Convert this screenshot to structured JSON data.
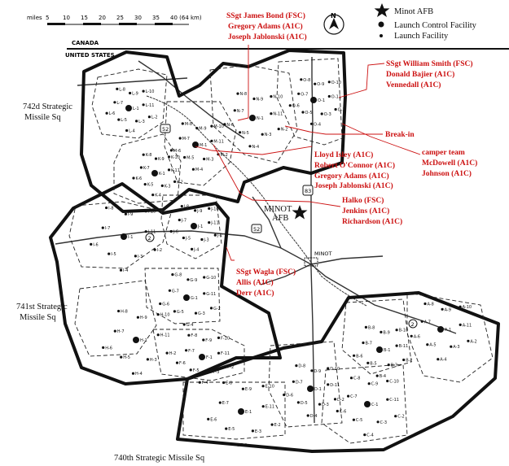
{
  "scale": {
    "unit_label": "miles",
    "ticks": [
      "5",
      "10",
      "15",
      "20",
      "25",
      "30",
      "35",
      "40 (64 km)"
    ]
  },
  "north": {
    "letter": "N"
  },
  "legend": {
    "items": [
      {
        "icon": "star-icon",
        "label": "Minot AFB"
      },
      {
        "icon": "filled-dot-icon",
        "label": "Launch Control Facility"
      },
      {
        "icon": "small-dot-icon",
        "label": "Launch Facility"
      }
    ]
  },
  "border": {
    "canada": "CANADA",
    "us": "UNITED STATES"
  },
  "squadrons": {
    "sq742": {
      "line1": "742d Strategic",
      "line2": "Missile Sq"
    },
    "sq741": {
      "line1": "741st Strategic",
      "line2": "Missile Sq"
    },
    "sq740": "740th Strategic Missile Sq"
  },
  "places": {
    "minot_afb_1": "MINOT",
    "minot_afb_2": "AFB",
    "minot_city": "MINOT"
  },
  "highways": {
    "h52a": "52",
    "h52b": "52",
    "h83": "83",
    "h2a": "2",
    "h2b": "2"
  },
  "annotations": {
    "bond": [
      "SSgt James Bond (FSC)",
      "Gregory Adams (A1C)",
      "Joseph Jablonski (A1C)"
    ],
    "smith": [
      "SSgt William Smith (FSC)",
      "Donald Bajier (A1C)",
      "Vennedall (A1C)"
    ],
    "breakin": "Break-in",
    "camper": [
      "camper team",
      "McDowell (A1C)",
      "Johnson (A1C)"
    ],
    "isley": [
      "Lloyd Isley (A1C)",
      "Robert O'Connor (A1C)",
      "Gregory Adams (A1C)",
      "Joseph Jablonski (A1C)"
    ],
    "halko": [
      "Halko (FSC)",
      "Jenkins (A1C)",
      "Richardson (A1C)"
    ],
    "wagla": [
      "SSgt Wagla (FSC)",
      "Allis (A1C)",
      "Derr (A1C)"
    ]
  },
  "launch_control": [
    "L-1",
    "K-1",
    "M-1",
    "N-1",
    "O-1",
    "J-1",
    "I-1",
    "G-1",
    "H-1",
    "F-1",
    "E-1",
    "D-1",
    "C-1",
    "B-1",
    "A-1"
  ],
  "launch_sites": [
    "L-2",
    "L-3",
    "L-4",
    "L-5",
    "L-6",
    "L-7",
    "L-8",
    "L-9",
    "L-10",
    "L-11",
    "K-2",
    "K-3",
    "K-4",
    "K-5",
    "K-6",
    "K-7",
    "K-8",
    "K-9",
    "K-10",
    "K-11",
    "M-2",
    "M-3",
    "M-4",
    "M-5",
    "M-6",
    "M-7",
    "M-8",
    "M-9",
    "M-10",
    "M-11",
    "N-2",
    "N-3",
    "N-4",
    "N-5",
    "N-6",
    "N-7",
    "N-8",
    "N-9",
    "N-10",
    "N-11",
    "O-2",
    "O-3",
    "O-4",
    "O-5",
    "O-6",
    "O-7",
    "O-8",
    "O-9",
    "O-10",
    "O-11",
    "J-2",
    "J-3",
    "J-4",
    "J-5",
    "J-6",
    "J-7",
    "J-8",
    "J-9",
    "J-10",
    "J-11",
    "I-2",
    "I-3",
    "I-4",
    "I-5",
    "I-6",
    "I-7",
    "I-8",
    "I-9",
    "I-10",
    "I-11",
    "G-2",
    "G-3",
    "G-4",
    "G-5",
    "G-6",
    "G-7",
    "G-8",
    "G-9",
    "G-10",
    "G-11",
    "H-2",
    "H-3",
    "H-4",
    "H-5",
    "H-6",
    "H-7",
    "H-8",
    "H-9",
    "H-10",
    "H-11",
    "F-2",
    "F-3",
    "F-4",
    "F-5",
    "F-6",
    "F-7",
    "F-8",
    "F-9",
    "F-10",
    "F-11",
    "E-2",
    "E-3",
    "E-4",
    "E-5",
    "E-6",
    "E-7",
    "E-8",
    "E-9",
    "E-10",
    "E-11",
    "D-2",
    "D-3",
    "D-4",
    "D-5",
    "D-6",
    "D-7",
    "D-8",
    "D-9",
    "D-10",
    "D-11",
    "C-2",
    "C-3",
    "C-4",
    "C-5",
    "C-6",
    "C-7",
    "C-8",
    "C-9",
    "C-10",
    "C-11",
    "B-2",
    "B-3",
    "B-4",
    "B-5",
    "B-6",
    "B-7",
    "B-8",
    "B-9",
    "B-10",
    "B-11",
    "A-2",
    "A-3",
    "A-4",
    "A-5",
    "A-6",
    "A-7",
    "A-8",
    "A-9",
    "A-10",
    "A-11"
  ]
}
